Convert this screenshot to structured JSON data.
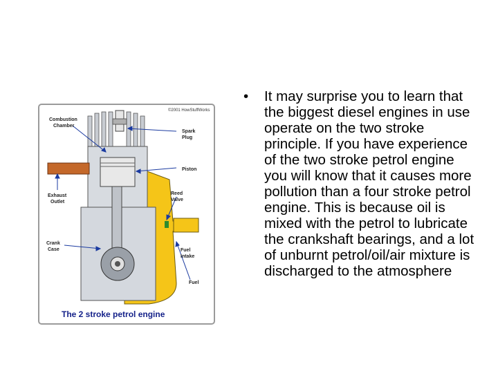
{
  "diagram": {
    "title": "The 2 stroke petrol engine",
    "copyright": "©2001 HowStuffWorks",
    "labels": {
      "combustion_chamber": [
        "Combustion",
        "Chamber"
      ],
      "spark_plug": [
        "Spark",
        "Plug"
      ],
      "piston": "Piston",
      "exhaust_outlet": [
        "Exhaust",
        "Outlet"
      ],
      "reed_valve": [
        "Reed",
        "Valve"
      ],
      "crank_case": [
        "Crank",
        "Case"
      ],
      "fuel_intake": [
        "Fuel",
        "Intake"
      ],
      "fuel": "Fuel"
    },
    "colors": {
      "frame": "#9a9a9a",
      "metal": "#c8ccd2",
      "fuel": "#f5c518",
      "exhaust": "#c4682a",
      "arrow": "#1a3aa0",
      "title": "#15228a"
    }
  },
  "bullet": {
    "marker": "•",
    "text": "It may surprise you to learn that the biggest diesel engines in use operate on the two stroke principle. If you have experience of the two stroke petrol engine you will know that it causes more pollution than a four stroke petrol engine. This is because oil is mixed with the petrol to lubricate the crankshaft bearings, and a lot of unburnt petrol/oil/air mixture is discharged to the atmosphere"
  }
}
